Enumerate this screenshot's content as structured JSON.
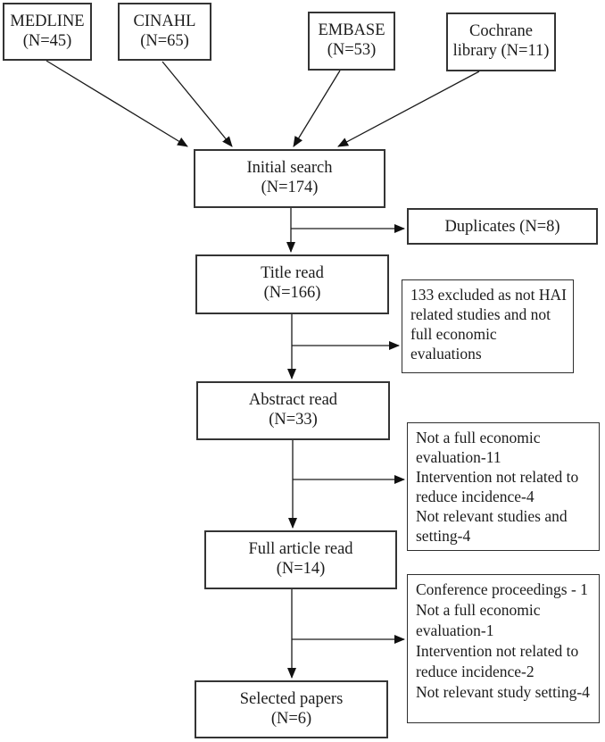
{
  "figure": {
    "background_color": "#ffffff",
    "line_color": "#1a1a1a",
    "sources": [
      {
        "id": "medline",
        "lines": [
          "MEDLINE",
          "(N=45)"
        ]
      },
      {
        "id": "cinahl",
        "lines": [
          "CINAHL",
          "(N=65)"
        ]
      },
      {
        "id": "embase",
        "lines": [
          "EMBASE",
          "(N=53)"
        ]
      },
      {
        "id": "cochrane",
        "lines": [
          "Cochrane",
          "library (N=11)"
        ]
      }
    ],
    "stages": [
      {
        "id": "initial-search",
        "lines": [
          "Initial search",
          "(N=174)"
        ]
      },
      {
        "id": "title-read",
        "lines": [
          "Title read",
          "(N=166)"
        ]
      },
      {
        "id": "abstract-read",
        "lines": [
          "Abstract read",
          "(N=33)"
        ]
      },
      {
        "id": "full-article-read",
        "lines": [
          "Full article read",
          "(N=14)"
        ]
      },
      {
        "id": "selected-papers",
        "lines": [
          "Selected papers",
          "(N=6)"
        ]
      }
    ],
    "exclusions": [
      {
        "id": "duplicates",
        "lines": [
          "Duplicates (N=8)"
        ]
      },
      {
        "id": "title-excluded",
        "lines": [
          "133 excluded as not HAI",
          "related studies and not",
          "full economic",
          "evaluations"
        ]
      },
      {
        "id": "abstract-excluded",
        "lines": [
          "Not a full economic",
          "evaluation-11",
          "Intervention not related to",
          "reduce incidence-4",
          "Not relevant studies and",
          "setting-4"
        ]
      },
      {
        "id": "full-article-excluded",
        "lines": [
          "Conference proceedings - 1",
          "Not a full economic",
          "evaluation-1",
          "Intervention not related to",
          "reduce incidence-2",
          "Not relevant study setting-4"
        ]
      }
    ]
  }
}
